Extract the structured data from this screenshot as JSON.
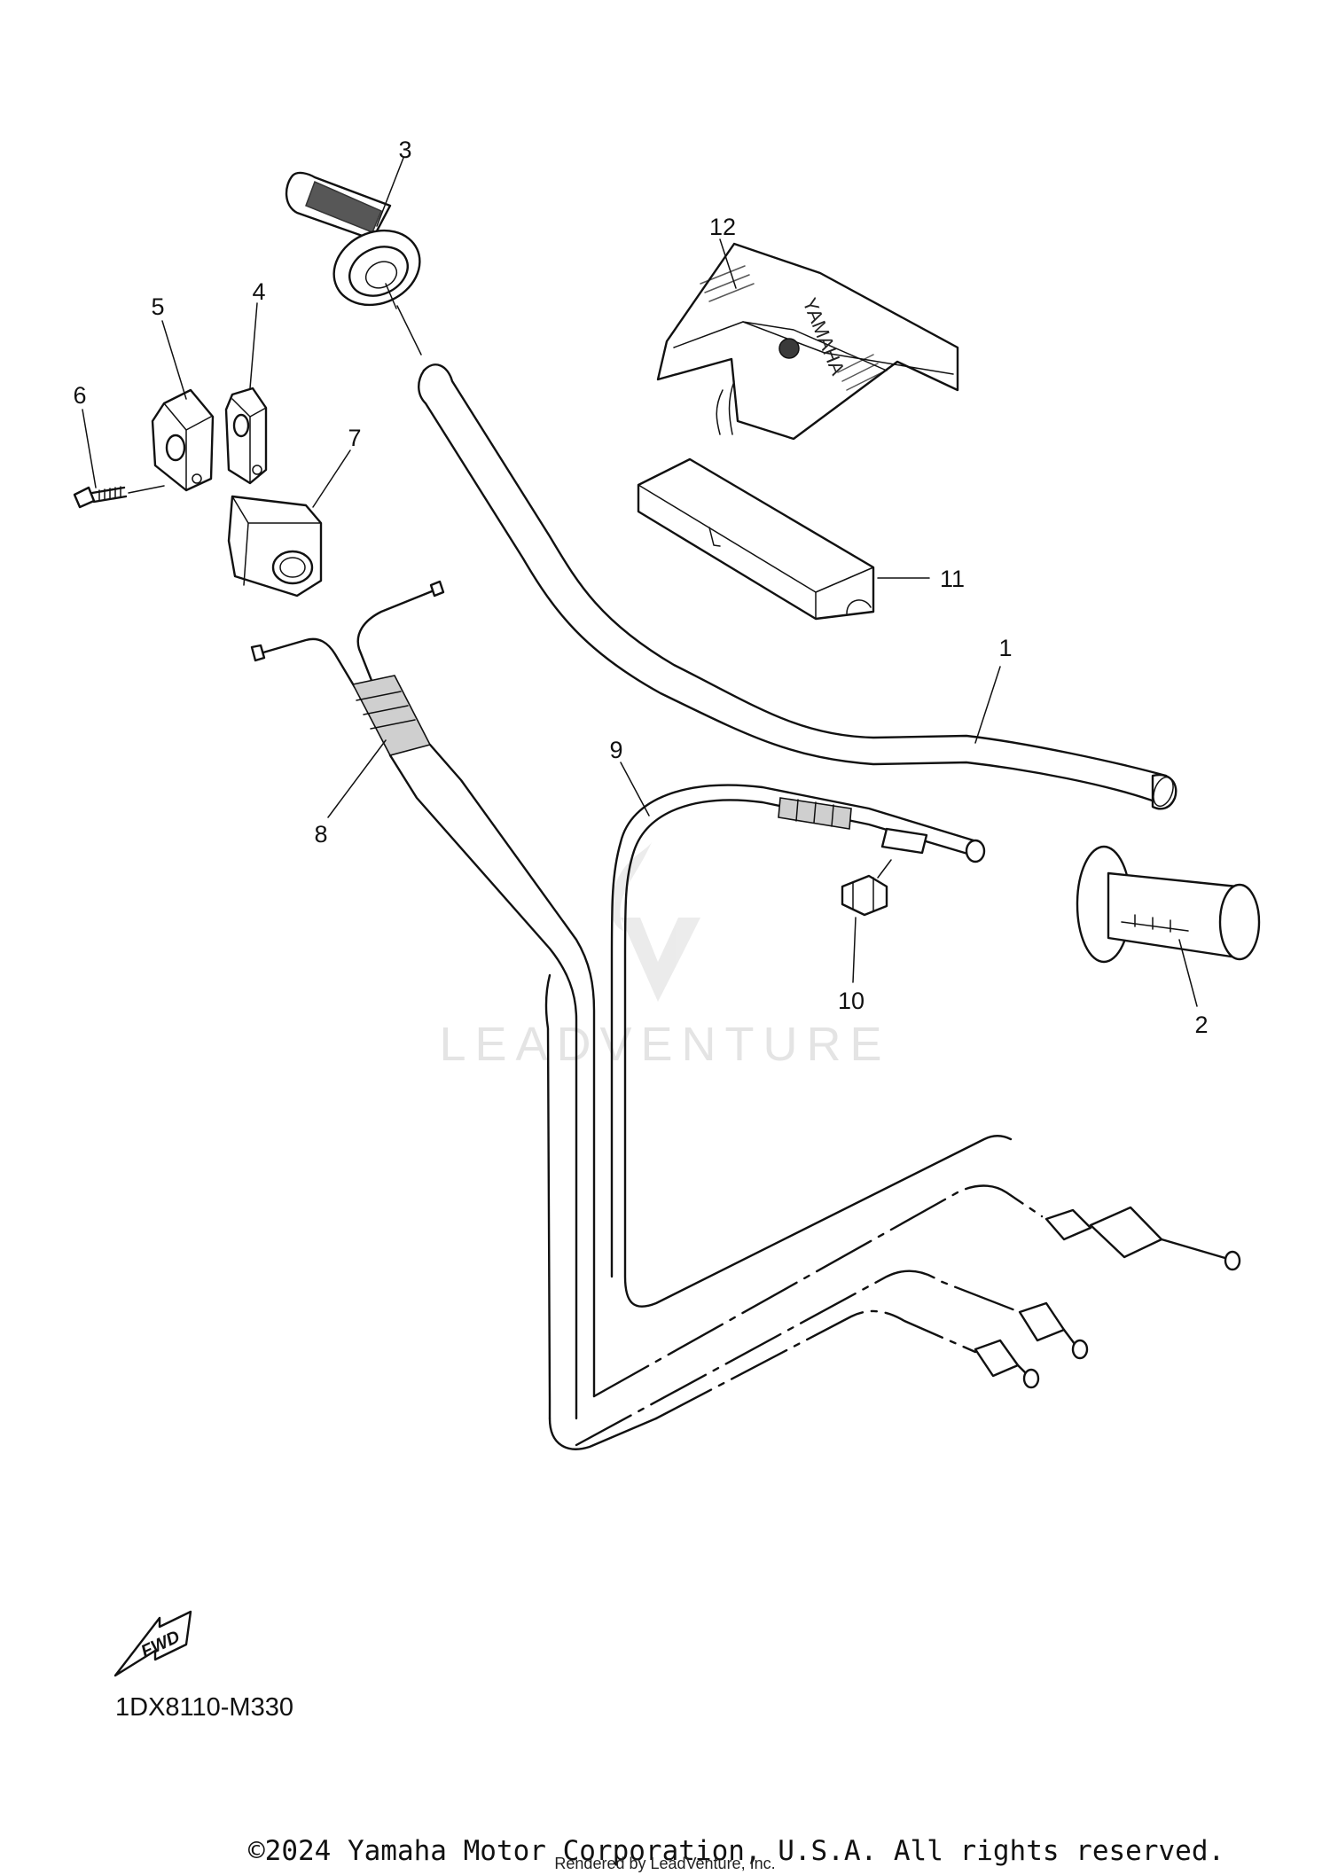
{
  "callouts": {
    "c1": "1",
    "c2": "2",
    "c3": "3",
    "c4": "4",
    "c5": "5",
    "c6": "6",
    "c7": "7",
    "c8": "8",
    "c9": "9",
    "c10": "10",
    "c11": "11",
    "c12": "12"
  },
  "diagram_code": "1DX8110-M330",
  "fwd_label": "FWD",
  "watermark": "LEADVENTURE",
  "emblem_text": "YAMAHA",
  "copyright": "©2024 Yamaha Motor Corporation, U.S.A. All rights reserved.",
  "rendered_by": "Rendered by LeadVenture, Inc."
}
